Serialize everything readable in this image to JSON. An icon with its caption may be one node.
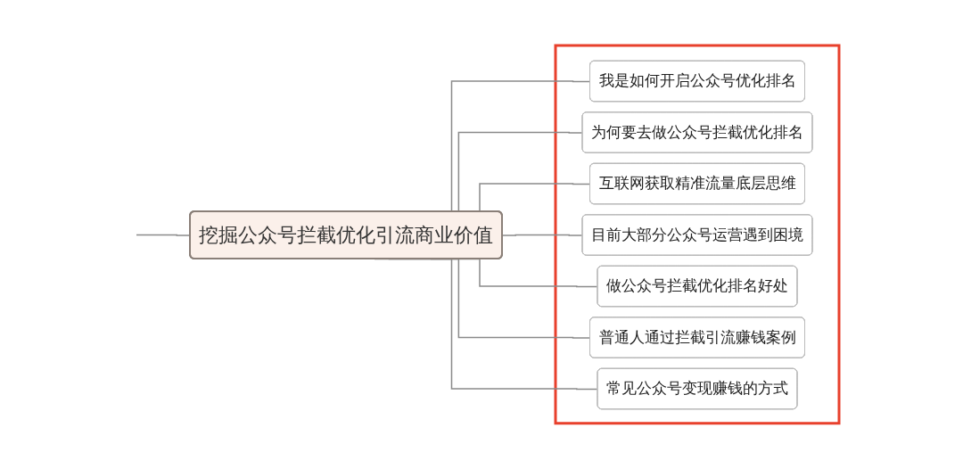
{
  "diagram": {
    "nodes": [
      {
        "text": [
          "挖掘公众号拦截优化引流商业价值"
        ]
      },
      {
        "text": [],
        "shape": "box"
      },
      {
        "text": [
          "我是如何开启公众号优化排名"
        ],
        "in": 1
      },
      {
        "text": [
          "为何要去做公众号拦截优化排名"
        ],
        "in": 1
      },
      {
        "text": [
          "互联网获取精准流量底层思维"
        ],
        "in": 1
      },
      {
        "text": [
          "目前大部分公众号运营遇到困境"
        ],
        "in": 1
      },
      {
        "text": [
          "做公众号拦截优化排名好处"
        ],
        "in": 1
      },
      {
        "text": [
          "普通人通过拦截引流赚钱案例"
        ],
        "in": 1
      },
      {
        "text": [
          "常见公众号变现赚钱的方式"
        ],
        "in": 1
      }
    ],
    "edges": [
      {
        "from": null,
        "to": 0,
        "arrow": "none"
      },
      {
        "from": 0,
        "to": 2,
        "arrow": "none"
      },
      {
        "from": 0,
        "to": 3,
        "arrow": "none"
      },
      {
        "from": 0,
        "to": 4,
        "arrow": "none"
      },
      {
        "from": 0,
        "to": 5,
        "arrow": "none"
      },
      {
        "from": 0,
        "to": 6,
        "arrow": "none"
      },
      {
        "from": 0,
        "to": 7,
        "arrow": "none"
      },
      {
        "from": 0,
        "to": 8,
        "arrow": "none"
      }
    ]
  }
}
